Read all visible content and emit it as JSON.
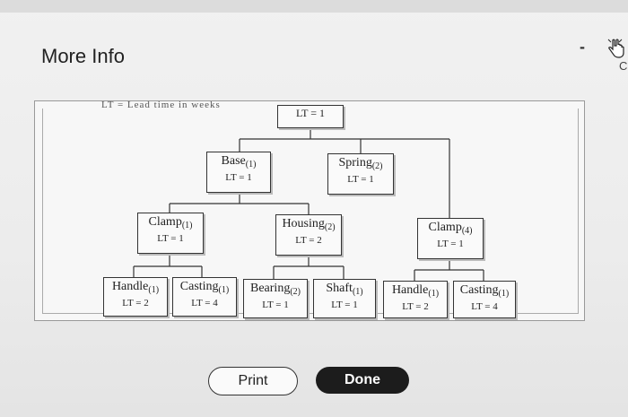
{
  "dialog": {
    "title": "More Info",
    "minimize_glyph": "-",
    "close_letter": "C"
  },
  "figure": {
    "clipped_heading": "LT = Lead time in weeks",
    "nodes": {
      "root": {
        "lt": "LT = 1"
      },
      "base": {
        "name": "Base",
        "qty": "(1)",
        "lt": "LT = 1"
      },
      "spring": {
        "name": "Spring",
        "qty": "(2)",
        "lt": "LT = 1"
      },
      "clamp1": {
        "name": "Clamp",
        "qty": "(1)",
        "lt": "LT = 1"
      },
      "housing": {
        "name": "Housing",
        "qty": "(2)",
        "lt": "LT = 2"
      },
      "clamp4": {
        "name": "Clamp",
        "qty": "(4)",
        "lt": "LT = 1"
      },
      "handle_a": {
        "name": "Handle",
        "qty": "(1)",
        "lt": "LT = 2"
      },
      "casting_a": {
        "name": "Casting",
        "qty": "(1)",
        "lt": "LT = 4"
      },
      "bearing": {
        "name": "Bearing",
        "qty": "(2)",
        "lt": "LT = 1"
      },
      "shaft": {
        "name": "Shaft",
        "qty": "(1)",
        "lt": "LT = 1"
      },
      "handle_b": {
        "name": "Handle",
        "qty": "(1)",
        "lt": "LT = 2"
      },
      "casting_b": {
        "name": "Casting",
        "qty": "(1)",
        "lt": "LT = 4"
      }
    }
  },
  "buttons": {
    "print_label": "Print",
    "done_label": "Done"
  },
  "icons": {
    "minimize": "minimize-icon",
    "cursor": "hand-cursor-icon"
  }
}
